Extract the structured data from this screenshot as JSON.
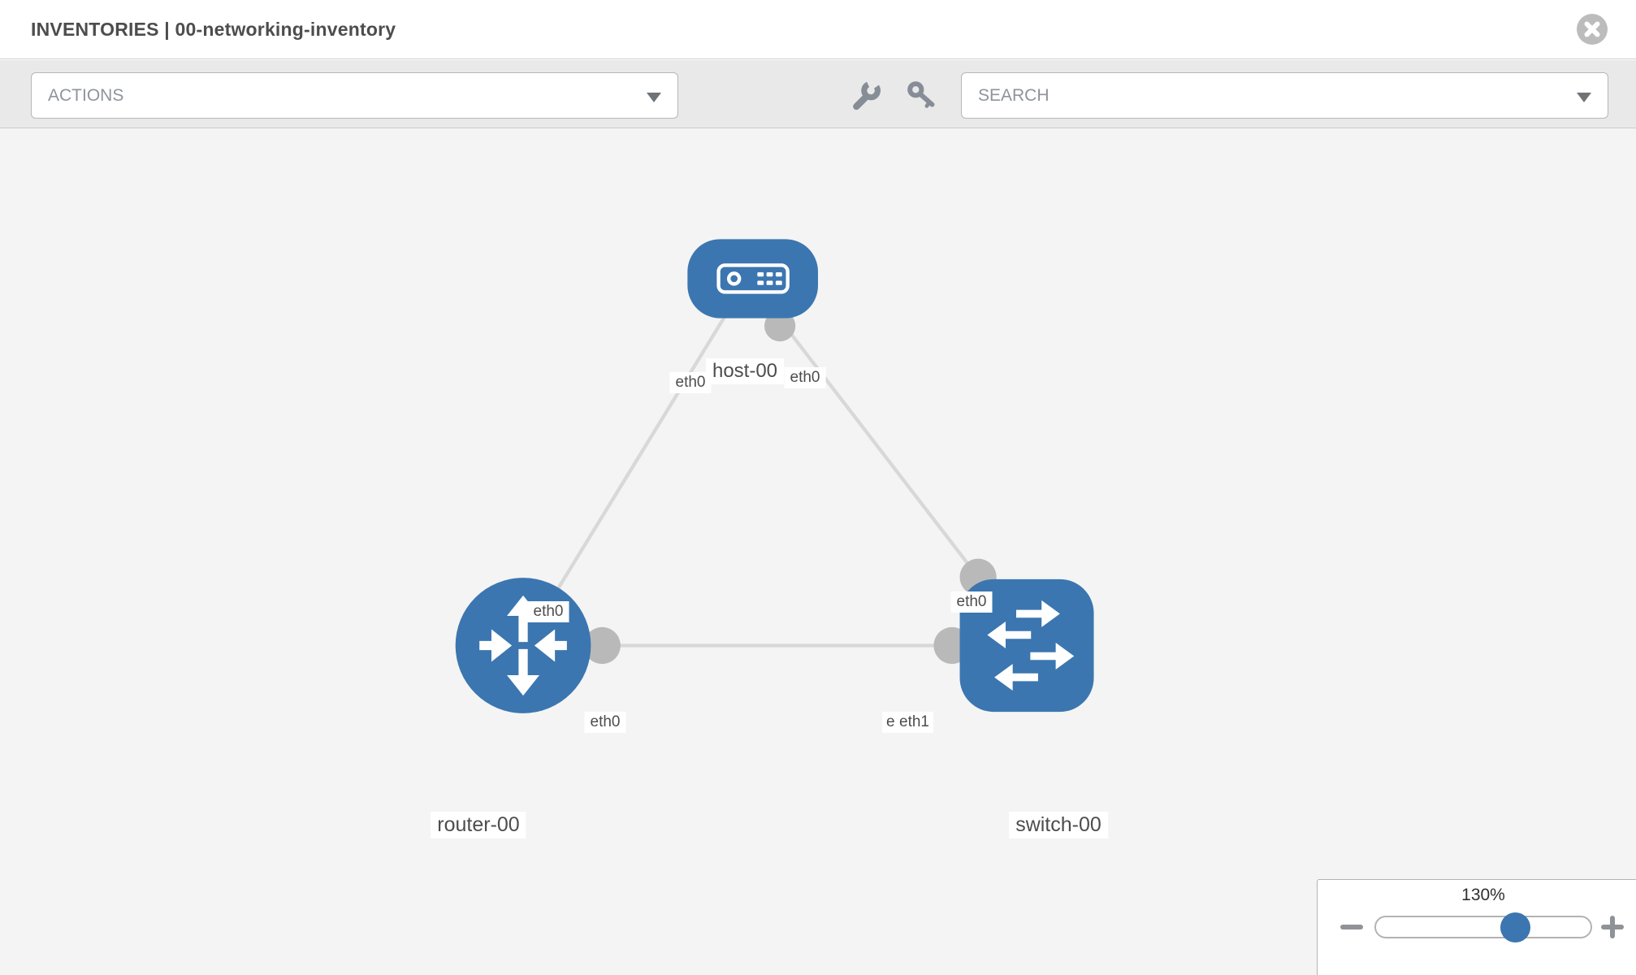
{
  "header": {
    "title": "INVENTORIES | 00-networking-inventory"
  },
  "toolbar": {
    "actions_label": "ACTIONS",
    "search_label": "SEARCH",
    "icons": [
      "wrench-icon",
      "key-icon",
      "caret-down-icon"
    ]
  },
  "canvas": {
    "nodes": [
      {
        "label": "host-00",
        "type": "host",
        "icon": "server-icon"
      },
      {
        "label": "router-00",
        "type": "router",
        "icon": "router-arrows-icon"
      },
      {
        "label": "switch-00",
        "type": "switch",
        "icon": "switch-arrows-icon"
      }
    ],
    "links": [
      {
        "from": "host-00",
        "to": "router-00"
      },
      {
        "from": "host-00",
        "to": "switch-00"
      },
      {
        "from": "router-00",
        "to": "switch-00"
      }
    ],
    "interfaces": {
      "host_side_left": "eth0",
      "host_side_right": "eth0",
      "router_uplink": "eth0",
      "switch_uplink": "eth0",
      "router_to_switch": "eth0",
      "switch_to_router_hidden": "eth0",
      "switch_to_router": "eth1"
    },
    "colors": {
      "node_blue": "#3b76b0",
      "link_gray": "#d8d8d8",
      "connector_gray": "#b9b9b9"
    }
  },
  "zoom_control": {
    "level": "130%",
    "icons": [
      "zoom-out-icon",
      "zoom-in-icon"
    ]
  }
}
